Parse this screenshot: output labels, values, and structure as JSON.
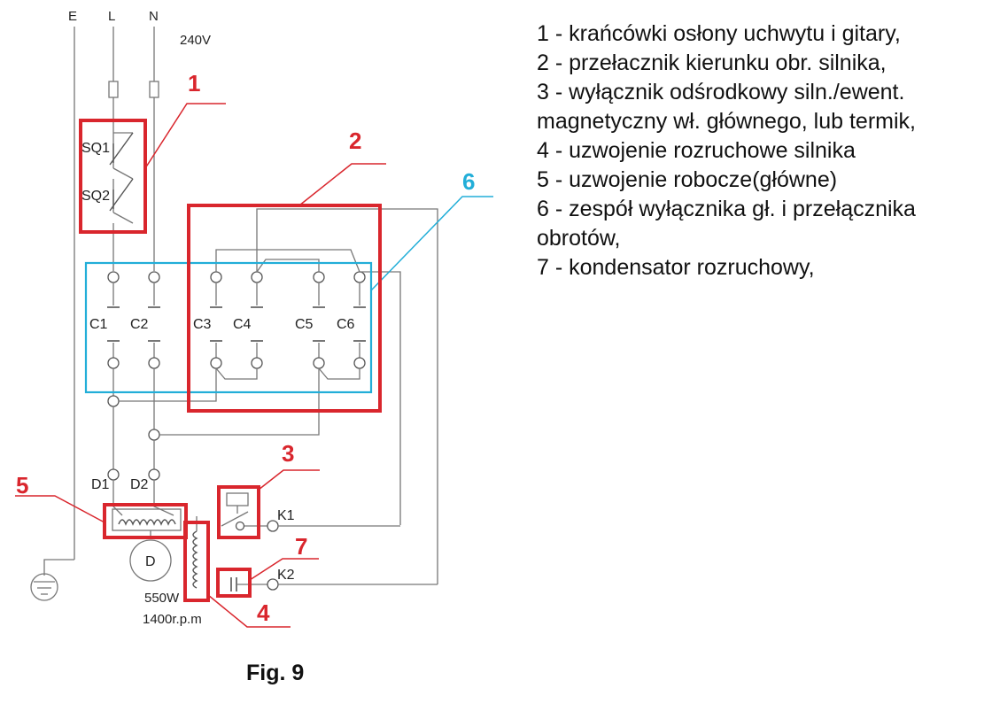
{
  "supply": {
    "earth": "E",
    "line": "L",
    "neutral": "N",
    "voltage": "240V"
  },
  "switches": [
    "SQ1",
    "SQ2"
  ],
  "contacts": [
    "C1",
    "C2",
    "C3",
    "C4",
    "C5",
    "C6"
  ],
  "motor": {
    "terminals": [
      "D1",
      "D2"
    ],
    "symbol": "D",
    "power": "550W",
    "speed": "1400r.p.m"
  },
  "connectors": [
    "K1",
    "K2"
  ],
  "markers": {
    "m1": "1",
    "m2": "2",
    "m3": "3",
    "m4": "4",
    "m5": "5",
    "m6": "6",
    "m7": "7"
  },
  "colors": {
    "marker_red": "#d9262d",
    "marker_blue": "#22aed8",
    "wire": "#777777"
  },
  "legend": [
    "1 - krańcówki osłony uchwytu i gitary,",
    "2 - przełacznik kierunku obr. silnika,",
    "3 - wyłącznik odśrodkowy siln./ewent.",
    "magnetyczny wł. głównego, lub termik,",
    "4 - uzwojenie rozruchowe silnika",
    "5 - uzwojenie robocze(główne)",
    "6 - zespół wyłącznika gł. i przełącznika",
    "obrotów,",
    "7 - kondensator rozruchowy,"
  ],
  "caption": "Fig. 9"
}
